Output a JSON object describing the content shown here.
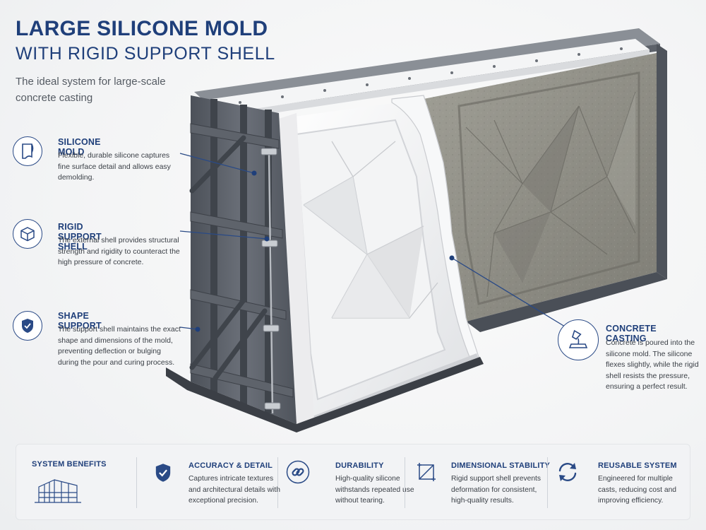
{
  "header": {
    "title_line1": "LARGE SILICONE MOLD",
    "title_line2": "WITH RIGID SUPPORT SHELL",
    "subtitle": "The ideal system for large-scale concrete casting"
  },
  "features": [
    {
      "title": "SILICONE MOLD",
      "text": "Flexible, durable silicone captures fine surface detail and allows easy demolding.",
      "icon": "mold-panel-icon"
    },
    {
      "title": "RIGID SUPPORT SHELL",
      "text": "The external shell provides structural strength and rigidity to counteract the high pressure of concrete.",
      "icon": "cube-icon"
    },
    {
      "title": "SHAPE SUPPORT",
      "text": "The support shell maintains the exact shape and dimensions of the mold, preventing deflection or bulging during the pour and curing process.",
      "icon": "shield-check-icon"
    },
    {
      "title": "CONCRETE CASTING",
      "text": "Concrete is poured into the silicone mold. The silicone flexes slightly, while the rigid shell resists the pressure, ensuring a perfect result.",
      "icon": "pouring-bucket-icon"
    }
  ],
  "benefits": {
    "heading": "SYSTEM BENEFITS",
    "items": [
      {
        "title": "ACCURACY & DETAIL",
        "text": "Captures intricate textures and architectural details with exceptional precision.",
        "icon": "shield-check-icon"
      },
      {
        "title": "DURABILITY",
        "text": "High-quality silicone withstands repeated use without tearing.",
        "icon": "chain-link-icon"
      },
      {
        "title": "DIMENSIONAL STABILITY",
        "text": "Rigid support shell prevents deformation for consistent, high-quality results.",
        "icon": "frame-corners-icon"
      },
      {
        "title": "REUSABLE SYSTEM",
        "text": "Engineered for multiple casts, reducing cost and improving efficiency.",
        "icon": "recycle-arrows-icon"
      }
    ]
  },
  "colors": {
    "navy": "#1f3f7a",
    "steel": "#5b6068",
    "silicone": "#eeeff1",
    "concrete": "#8f8e86"
  }
}
